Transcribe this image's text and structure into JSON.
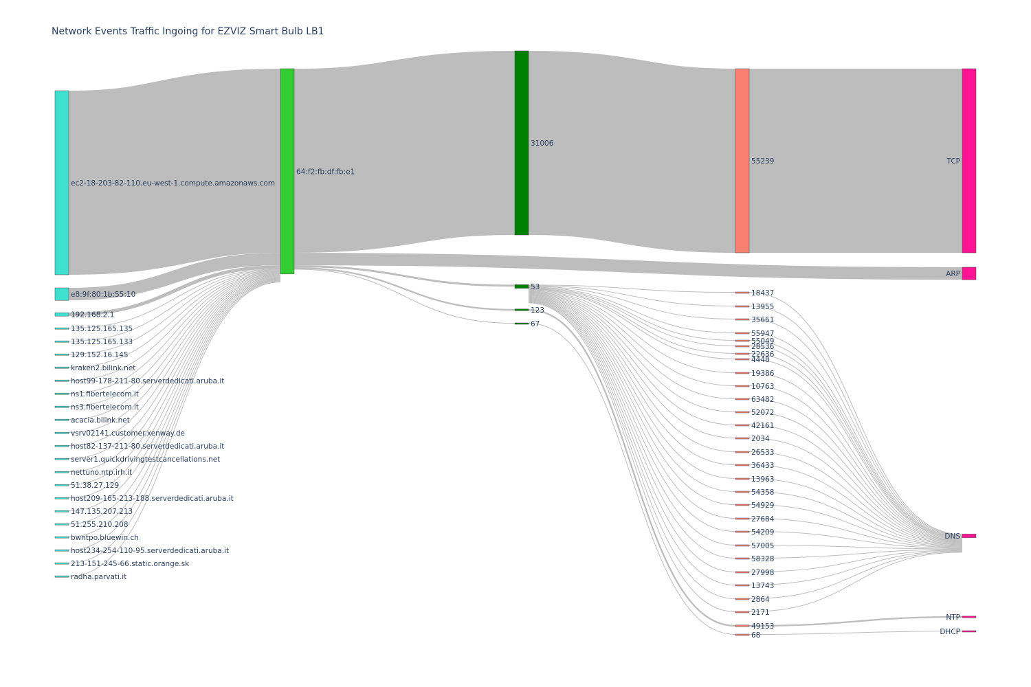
{
  "chart_data": {
    "type": "sankey",
    "title": "Network Events Traffic Ingoing for EZVIZ Smart Bulb LB1",
    "link_color": "#bdbdbd",
    "columns": [
      {
        "nodes": [
          {
            "id": "src-ec2",
            "label": "ec2-18-203-82-110.eu-west-1.compute.amazonaws.com",
            "color": "#40e0d0"
          },
          {
            "id": "src-e8",
            "label": "e8:9f:80:1b:55:10",
            "color": "#40e0d0"
          },
          {
            "id": "src-192",
            "label": "192.168.2.1",
            "color": "#40e0d0"
          },
          {
            "id": "src-135a",
            "label": "135.125.165.135",
            "color": "#40e0d0"
          },
          {
            "id": "src-135b",
            "label": "135.125.165.133",
            "color": "#40e0d0"
          },
          {
            "id": "src-129",
            "label": "129.152.16.145",
            "color": "#40e0d0"
          },
          {
            "id": "src-kraken",
            "label": "kraken2.bilink.net",
            "color": "#40e0d0"
          },
          {
            "id": "src-host99",
            "label": "host99-178-211-80.serverdedicati.aruba.it",
            "color": "#40e0d0"
          },
          {
            "id": "src-ns1",
            "label": "ns1.fibertelecom.it",
            "color": "#40e0d0"
          },
          {
            "id": "src-ns3",
            "label": "ns3.fibertelecom.it",
            "color": "#40e0d0"
          },
          {
            "id": "src-acacia",
            "label": "acacia.bilink.net",
            "color": "#40e0d0"
          },
          {
            "id": "src-vsrv",
            "label": "vsrv02141.customer.xenway.de",
            "color": "#40e0d0"
          },
          {
            "id": "src-host82",
            "label": "host82-137-211-80.serverdedicati.aruba.it",
            "color": "#40e0d0"
          },
          {
            "id": "src-server1",
            "label": "server1.quickdrivingtestcancellations.net",
            "color": "#40e0d0"
          },
          {
            "id": "src-nettuno",
            "label": "nettuno.ntp.irh.it",
            "color": "#40e0d0"
          },
          {
            "id": "src-51a",
            "label": "51.38.27.129",
            "color": "#40e0d0"
          },
          {
            "id": "src-host209",
            "label": "host209-165-213-188.serverdedicati.aruba.it",
            "color": "#40e0d0"
          },
          {
            "id": "src-147",
            "label": "147.135.207.213",
            "color": "#40e0d0"
          },
          {
            "id": "src-51b",
            "label": "51.255.210.208",
            "color": "#40e0d0"
          },
          {
            "id": "src-bwntpo",
            "label": "bwntpo.bluewin.ch",
            "color": "#40e0d0"
          },
          {
            "id": "src-host234",
            "label": "host234-254-110-95.serverdedicati.aruba.it",
            "color": "#40e0d0"
          },
          {
            "id": "src-213",
            "label": "213-151-245-66.static.orange.sk",
            "color": "#40e0d0"
          },
          {
            "id": "src-radha",
            "label": "radha.parvati.it",
            "color": "#40e0d0"
          }
        ]
      },
      {
        "nodes": [
          {
            "id": "dst-64f2",
            "label": "64:f2:fb:df:fb:e1",
            "color": "#32cd32"
          }
        ]
      },
      {
        "nodes": [
          {
            "id": "dport-31006",
            "label": "31006",
            "color": "#008000"
          },
          {
            "id": "dport-53",
            "label": "53",
            "color": "#008000"
          },
          {
            "id": "dport-123",
            "label": "123",
            "color": "#008000"
          },
          {
            "id": "dport-67",
            "label": "67",
            "color": "#008000"
          }
        ]
      },
      {
        "nodes": [
          {
            "id": "sport-55239",
            "label": "55239",
            "color": "#fa8072"
          },
          {
            "id": "sport-18437",
            "label": "18437",
            "color": "#fa8072"
          },
          {
            "id": "sport-13955",
            "label": "13955",
            "color": "#fa8072"
          },
          {
            "id": "sport-35661",
            "label": "35661",
            "color": "#fa8072"
          },
          {
            "id": "sport-55947",
            "label": "55947",
            "color": "#fa8072"
          },
          {
            "id": "sport-55049",
            "label": "55049",
            "color": "#fa8072"
          },
          {
            "id": "sport-28536",
            "label": "28536",
            "color": "#fa8072"
          },
          {
            "id": "sport-22636",
            "label": "22636",
            "color": "#fa8072"
          },
          {
            "id": "sport-4448",
            "label": "4448",
            "color": "#fa8072"
          },
          {
            "id": "sport-19386",
            "label": "19386",
            "color": "#fa8072"
          },
          {
            "id": "sport-10763",
            "label": "10763",
            "color": "#fa8072"
          },
          {
            "id": "sport-63482",
            "label": "63482",
            "color": "#fa8072"
          },
          {
            "id": "sport-52072",
            "label": "52072",
            "color": "#fa8072"
          },
          {
            "id": "sport-42161",
            "label": "42161",
            "color": "#fa8072"
          },
          {
            "id": "sport-2034",
            "label": "2034",
            "color": "#fa8072"
          },
          {
            "id": "sport-26533",
            "label": "26533",
            "color": "#fa8072"
          },
          {
            "id": "sport-36433",
            "label": "36433",
            "color": "#fa8072"
          },
          {
            "id": "sport-13963",
            "label": "13963",
            "color": "#fa8072"
          },
          {
            "id": "sport-54358",
            "label": "54358",
            "color": "#fa8072"
          },
          {
            "id": "sport-54929",
            "label": "54929",
            "color": "#fa8072"
          },
          {
            "id": "sport-27684",
            "label": "27684",
            "color": "#fa8072"
          },
          {
            "id": "sport-54209",
            "label": "54209",
            "color": "#fa8072"
          },
          {
            "id": "sport-57005",
            "label": "57005",
            "color": "#fa8072"
          },
          {
            "id": "sport-58328",
            "label": "58328",
            "color": "#fa8072"
          },
          {
            "id": "sport-27998",
            "label": "27998",
            "color": "#fa8072"
          },
          {
            "id": "sport-13743",
            "label": "13743",
            "color": "#fa8072"
          },
          {
            "id": "sport-2864",
            "label": "2864",
            "color": "#fa8072"
          },
          {
            "id": "sport-2171",
            "label": "2171",
            "color": "#fa8072"
          },
          {
            "id": "sport-49153",
            "label": "49153",
            "color": "#fa8072"
          },
          {
            "id": "sport-68",
            "label": "68",
            "color": "#fa8072"
          }
        ]
      },
      {
        "nodes": [
          {
            "id": "proto-tcp",
            "label": "TCP",
            "color": "#ff1493"
          },
          {
            "id": "proto-arp",
            "label": "ARP",
            "color": "#ff1493"
          },
          {
            "id": "proto-dns",
            "label": "DNS",
            "color": "#ff1493"
          },
          {
            "id": "proto-ntp",
            "label": "NTP",
            "color": "#ff1493"
          },
          {
            "id": "proto-dhcp",
            "label": "DHCP",
            "color": "#ff1493"
          }
        ]
      }
    ],
    "links": [
      {
        "source": "src-ec2",
        "target": "dst-64f2",
        "value": 1400
      },
      {
        "source": "src-e8",
        "target": "dst-64f2",
        "value": 95
      },
      {
        "source": "src-192",
        "target": "dst-64f2",
        "value": 26
      },
      {
        "source": "src-135a",
        "target": "dst-64f2",
        "value": 2
      },
      {
        "source": "src-135b",
        "target": "dst-64f2",
        "value": 2
      },
      {
        "source": "src-129",
        "target": "dst-64f2",
        "value": 2
      },
      {
        "source": "src-kraken",
        "target": "dst-64f2",
        "value": 2
      },
      {
        "source": "src-host99",
        "target": "dst-64f2",
        "value": 2
      },
      {
        "source": "src-ns1",
        "target": "dst-64f2",
        "value": 2
      },
      {
        "source": "src-ns3",
        "target": "dst-64f2",
        "value": 2
      },
      {
        "source": "src-acacia",
        "target": "dst-64f2",
        "value": 2
      },
      {
        "source": "src-vsrv",
        "target": "dst-64f2",
        "value": 2
      },
      {
        "source": "src-host82",
        "target": "dst-64f2",
        "value": 2
      },
      {
        "source": "src-server1",
        "target": "dst-64f2",
        "value": 2
      },
      {
        "source": "src-nettuno",
        "target": "dst-64f2",
        "value": 2
      },
      {
        "source": "src-51a",
        "target": "dst-64f2",
        "value": 2
      },
      {
        "source": "src-host209",
        "target": "dst-64f2",
        "value": 2
      },
      {
        "source": "src-147",
        "target": "dst-64f2",
        "value": 2
      },
      {
        "source": "src-51b",
        "target": "dst-64f2",
        "value": 2
      },
      {
        "source": "src-bwntpo",
        "target": "dst-64f2",
        "value": 2
      },
      {
        "source": "src-host234",
        "target": "dst-64f2",
        "value": 2
      },
      {
        "source": "src-213",
        "target": "dst-64f2",
        "value": 2
      },
      {
        "source": "src-radha",
        "target": "dst-64f2",
        "value": 2
      },
      {
        "source": "dst-64f2",
        "target": "dport-31006",
        "value": 1400
      },
      {
        "source": "dst-64f2",
        "target": "proto-arp",
        "value": 95
      },
      {
        "source": "dst-64f2",
        "target": "dport-53",
        "value": 15
      },
      {
        "source": "dst-64f2",
        "target": "dport-123",
        "value": 12
      },
      {
        "source": "dst-64f2",
        "target": "dport-67",
        "value": 2
      },
      {
        "source": "dport-31006",
        "target": "sport-55239",
        "value": 1400
      },
      {
        "source": "dport-53",
        "target": "sport-18437",
        "value": 1
      },
      {
        "source": "dport-53",
        "target": "sport-13955",
        "value": 1
      },
      {
        "source": "dport-53",
        "target": "sport-35661",
        "value": 1
      },
      {
        "source": "dport-53",
        "target": "sport-55947",
        "value": 1
      },
      {
        "source": "dport-53",
        "target": "sport-55049",
        "value": 1
      },
      {
        "source": "dport-53",
        "target": "sport-28536",
        "value": 1
      },
      {
        "source": "dport-53",
        "target": "sport-22636",
        "value": 1
      },
      {
        "source": "dport-53",
        "target": "sport-4448",
        "value": 1
      },
      {
        "source": "dport-53",
        "target": "sport-19386",
        "value": 1
      },
      {
        "source": "dport-53",
        "target": "sport-10763",
        "value": 1
      },
      {
        "source": "dport-53",
        "target": "sport-63482",
        "value": 1
      },
      {
        "source": "dport-53",
        "target": "sport-52072",
        "value": 1
      },
      {
        "source": "dport-53",
        "target": "sport-42161",
        "value": 1
      },
      {
        "source": "dport-53",
        "target": "sport-2034",
        "value": 1
      },
      {
        "source": "dport-53",
        "target": "sport-26533",
        "value": 1
      },
      {
        "source": "dport-53",
        "target": "sport-36433",
        "value": 1
      },
      {
        "source": "dport-53",
        "target": "sport-13963",
        "value": 1
      },
      {
        "source": "dport-53",
        "target": "sport-54358",
        "value": 1
      },
      {
        "source": "dport-53",
        "target": "sport-54929",
        "value": 1
      },
      {
        "source": "dport-53",
        "target": "sport-27684",
        "value": 1
      },
      {
        "source": "dport-53",
        "target": "sport-54209",
        "value": 1
      },
      {
        "source": "dport-53",
        "target": "sport-57005",
        "value": 1
      },
      {
        "source": "dport-53",
        "target": "sport-58328",
        "value": 1
      },
      {
        "source": "dport-53",
        "target": "sport-27998",
        "value": 1
      },
      {
        "source": "dport-53",
        "target": "sport-13743",
        "value": 1
      },
      {
        "source": "dport-53",
        "target": "sport-2864",
        "value": 1
      },
      {
        "source": "dport-53",
        "target": "sport-2171",
        "value": 1
      },
      {
        "source": "dport-123",
        "target": "sport-49153",
        "value": 12
      },
      {
        "source": "dport-67",
        "target": "sport-68",
        "value": 2
      },
      {
        "source": "sport-55239",
        "target": "proto-tcp",
        "value": 1400
      },
      {
        "source": "sport-18437",
        "target": "proto-dns",
        "value": 1
      },
      {
        "source": "sport-13955",
        "target": "proto-dns",
        "value": 1
      },
      {
        "source": "sport-35661",
        "target": "proto-dns",
        "value": 1
      },
      {
        "source": "sport-55947",
        "target": "proto-dns",
        "value": 1
      },
      {
        "source": "sport-55049",
        "target": "proto-dns",
        "value": 1
      },
      {
        "source": "sport-28536",
        "target": "proto-dns",
        "value": 1
      },
      {
        "source": "sport-22636",
        "target": "proto-dns",
        "value": 1
      },
      {
        "source": "sport-4448",
        "target": "proto-dns",
        "value": 1
      },
      {
        "source": "sport-19386",
        "target": "proto-dns",
        "value": 1
      },
      {
        "source": "sport-10763",
        "target": "proto-dns",
        "value": 1
      },
      {
        "source": "sport-63482",
        "target": "proto-dns",
        "value": 1
      },
      {
        "source": "sport-52072",
        "target": "proto-dns",
        "value": 1
      },
      {
        "source": "sport-42161",
        "target": "proto-dns",
        "value": 1
      },
      {
        "source": "sport-2034",
        "target": "proto-dns",
        "value": 1
      },
      {
        "source": "sport-26533",
        "target": "proto-dns",
        "value": 1
      },
      {
        "source": "sport-36433",
        "target": "proto-dns",
        "value": 1
      },
      {
        "source": "sport-13963",
        "target": "proto-dns",
        "value": 1
      },
      {
        "source": "sport-54358",
        "target": "proto-dns",
        "value": 1
      },
      {
        "source": "sport-54929",
        "target": "proto-dns",
        "value": 1
      },
      {
        "source": "sport-27684",
        "target": "proto-dns",
        "value": 1
      },
      {
        "source": "sport-54209",
        "target": "proto-dns",
        "value": 1
      },
      {
        "source": "sport-57005",
        "target": "proto-dns",
        "value": 1
      },
      {
        "source": "sport-58328",
        "target": "proto-dns",
        "value": 1
      },
      {
        "source": "sport-27998",
        "target": "proto-dns",
        "value": 1
      },
      {
        "source": "sport-13743",
        "target": "proto-dns",
        "value": 1
      },
      {
        "source": "sport-2864",
        "target": "proto-dns",
        "value": 1
      },
      {
        "source": "sport-2171",
        "target": "proto-dns",
        "value": 1
      },
      {
        "source": "sport-49153",
        "target": "proto-ntp",
        "value": 12
      },
      {
        "source": "sport-68",
        "target": "proto-dhcp",
        "value": 2
      }
    ]
  }
}
